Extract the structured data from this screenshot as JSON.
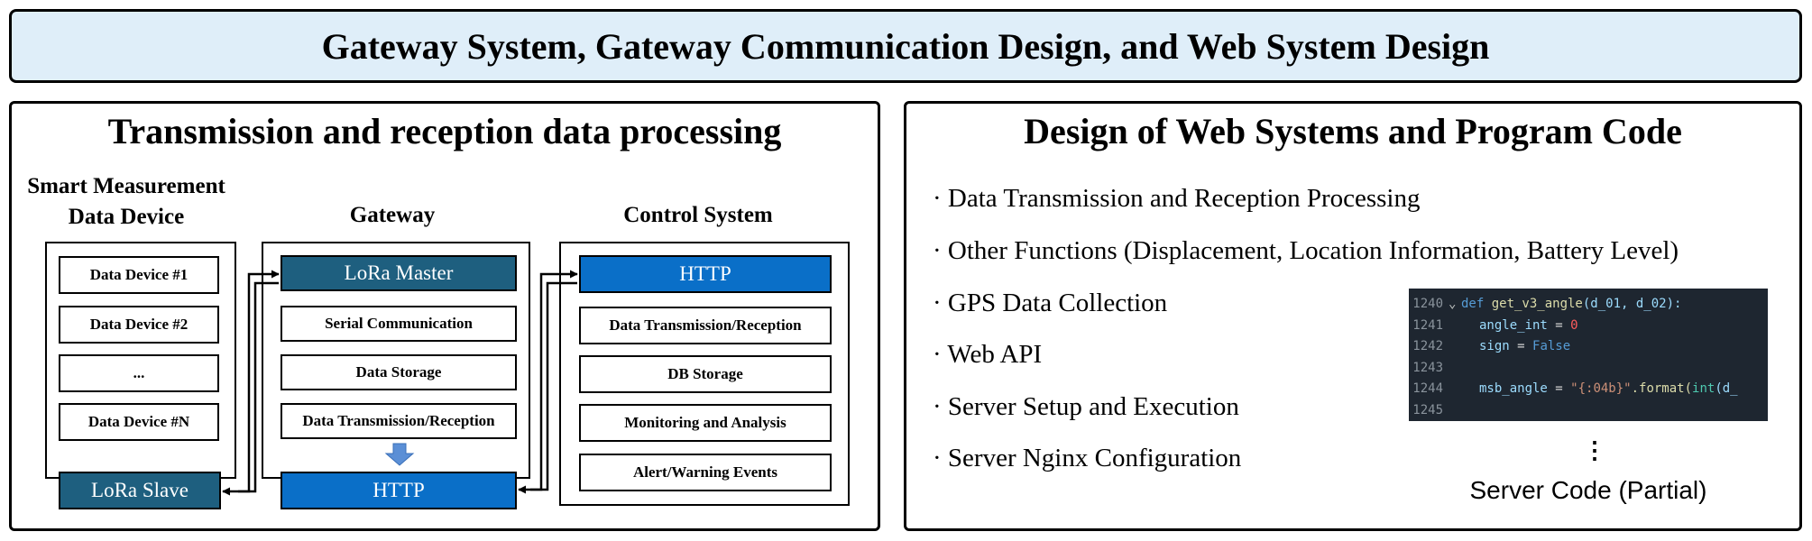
{
  "banner_title": "Gateway System, Gateway Communication Design, and Web System Design",
  "left_panel": {
    "title": "Transmission and reception data processing",
    "device_column": {
      "heading_line1": "Smart Measurement",
      "heading_line2": "Data Device",
      "items": [
        "Data Device #1",
        "Data Device #2",
        "...",
        "Data Device #N"
      ],
      "slave": "LoRa Slave"
    },
    "gateway_column": {
      "heading": "Gateway",
      "master": "LoRa Master",
      "items": [
        "Serial Communication",
        "Data Storage",
        "Data Transmission/Reception"
      ],
      "http": "HTTP"
    },
    "control_column": {
      "heading": "Control System",
      "http": "HTTP",
      "items": [
        "Data Transmission/Reception",
        "DB Storage",
        "Monitoring and Analysis",
        "Alert/Warning Events"
      ]
    }
  },
  "right_panel": {
    "title": "Design of Web Systems and Program Code",
    "bullet_marker": "·",
    "bullets": [
      "Data Transmission and Reception Processing",
      "Other Functions (Displacement, Location Information, Battery Level)",
      "GPS Data Collection",
      "Web API",
      "Server Setup and Execution",
      "Server Nginx Configuration"
    ],
    "code": {
      "line_numbers": [
        "1240",
        "1241",
        "1242",
        "1243",
        "1244",
        "1245"
      ],
      "fold_marker": "⌄",
      "l1_def": "def ",
      "l1_fn": "get_v3_angle",
      "l1_args": "(d_01, d_02):",
      "l2_var": "angle_int",
      "l2_eq": " = ",
      "l2_val": "0",
      "l3_var": "sign",
      "l3_eq": " = ",
      "l3_val": "False",
      "l5_var": "msb_angle",
      "l5_eq": " = ",
      "l5_str": "\"{:04b}\"",
      "l5_fmt": ".format(",
      "l5_int": "int",
      "l5_tail": "(d_"
    },
    "vertical_dots": "⋮",
    "caption": "Server Code (Partial)"
  },
  "colors": {
    "banner_bg": "#dfeef9",
    "teal": "#1e5f7f",
    "blue": "#0a6fc8",
    "code_bg": "#1e2630",
    "down_arrow": "#5b8fd6"
  }
}
